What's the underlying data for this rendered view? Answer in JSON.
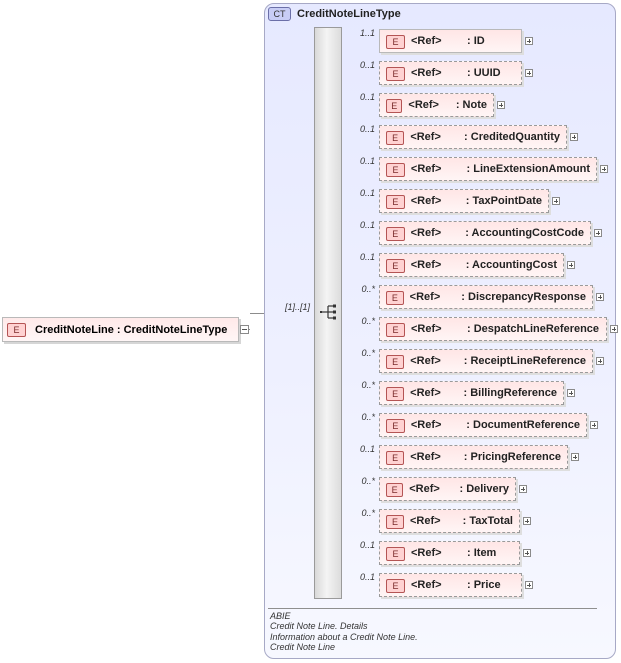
{
  "root": {
    "badge": "E",
    "label": "CreditNoteLine : CreditNoteLineType",
    "occurrence": "[1]..[1]"
  },
  "complex_type": {
    "badge": "CT",
    "title": "CreditNoteLineType"
  },
  "children": [
    {
      "occ": "1..1",
      "badge": "E",
      "ref": "<Ref>",
      "name": ": ID",
      "optional": false
    },
    {
      "occ": "0..1",
      "badge": "E",
      "ref": "<Ref>",
      "name": ": UUID",
      "optional": true
    },
    {
      "occ": "0..1",
      "badge": "E",
      "ref": "<Ref>",
      "name": ": Note",
      "optional": true
    },
    {
      "occ": "0..1",
      "badge": "E",
      "ref": "<Ref>",
      "name": ": CreditedQuantity",
      "optional": true
    },
    {
      "occ": "0..1",
      "badge": "E",
      "ref": "<Ref>",
      "name": ": LineExtensionAmount",
      "optional": true
    },
    {
      "occ": "0..1",
      "badge": "E",
      "ref": "<Ref>",
      "name": ": TaxPointDate",
      "optional": true
    },
    {
      "occ": "0..1",
      "badge": "E",
      "ref": "<Ref>",
      "name": ": AccountingCostCode",
      "optional": true
    },
    {
      "occ": "0..1",
      "badge": "E",
      "ref": "<Ref>",
      "name": ": AccountingCost",
      "optional": true
    },
    {
      "occ": "0..*",
      "badge": "E",
      "ref": "<Ref>",
      "name": ": DiscrepancyResponse",
      "optional": true
    },
    {
      "occ": "0..*",
      "badge": "E",
      "ref": "<Ref>",
      "name": ": DespatchLineReference",
      "optional": true
    },
    {
      "occ": "0..*",
      "badge": "E",
      "ref": "<Ref>",
      "name": ": ReceiptLineReference",
      "optional": true
    },
    {
      "occ": "0..*",
      "badge": "E",
      "ref": "<Ref>",
      "name": ": BillingReference",
      "optional": true
    },
    {
      "occ": "0..*",
      "badge": "E",
      "ref": "<Ref>",
      "name": ": DocumentReference",
      "optional": true
    },
    {
      "occ": "0..1",
      "badge": "E",
      "ref": "<Ref>",
      "name": ": PricingReference",
      "optional": true
    },
    {
      "occ": "0..*",
      "badge": "E",
      "ref": "<Ref>",
      "name": ": Delivery",
      "optional": true
    },
    {
      "occ": "0..*",
      "badge": "E",
      "ref": "<Ref>",
      "name": ": TaxTotal",
      "optional": true
    },
    {
      "occ": "0..1",
      "badge": "E",
      "ref": "<Ref>",
      "name": ": Item",
      "optional": true
    },
    {
      "occ": "0..1",
      "badge": "E",
      "ref": "<Ref>",
      "name": ": Price",
      "optional": true
    }
  ],
  "annotation": {
    "lines": [
      "ABIE",
      "Credit Note Line. Details",
      "Information about a Credit Note Line.",
      "Credit Note Line"
    ]
  }
}
